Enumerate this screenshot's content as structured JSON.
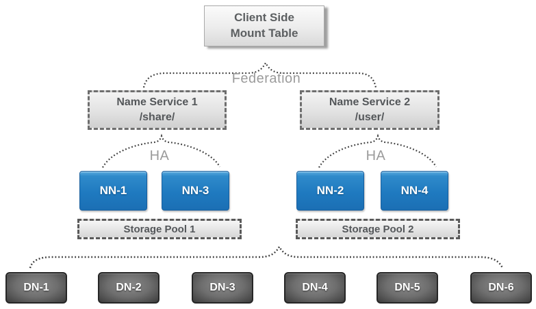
{
  "client_box": {
    "line1": "Client Side",
    "line2": "Mount Table"
  },
  "labels": {
    "federation": "Federation",
    "ha_left": "HA",
    "ha_right": "HA"
  },
  "name_services": [
    {
      "title": "Name Service 1",
      "path": "/share/"
    },
    {
      "title": "Name Service 2",
      "path": "/user/"
    }
  ],
  "namenodes": [
    "NN-1",
    "NN-3",
    "NN-2",
    "NN-4"
  ],
  "storage_pools": [
    "Storage Pool 1",
    "Storage Pool 2"
  ],
  "datanodes": [
    "DN-1",
    "DN-2",
    "DN-3",
    "DN-4",
    "DN-5",
    "DN-6"
  ],
  "colors": {
    "namenode_blue": "#1f7ac0",
    "datanode_gray": "#4a4a4a",
    "label_gray": "#9b9b9b",
    "connector": "#3c3c3c"
  }
}
